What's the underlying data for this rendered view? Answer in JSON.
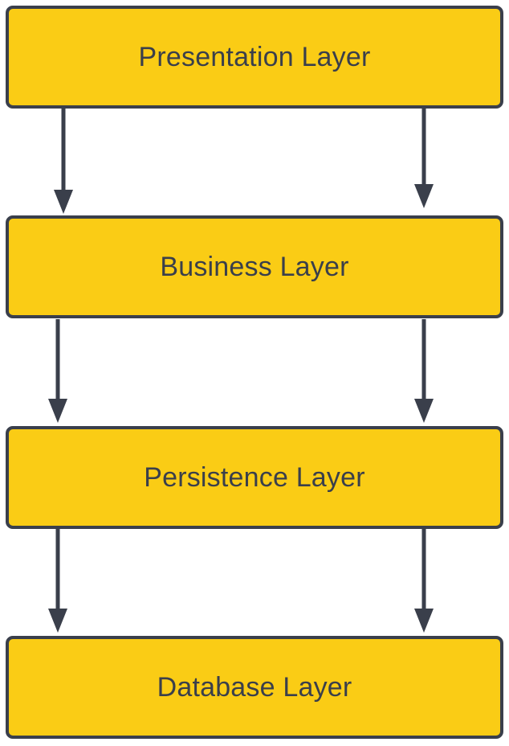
{
  "colors": {
    "box_fill": "#FACC15",
    "outline": "#3A3F4B"
  },
  "layers": [
    {
      "label": "Presentation Layer"
    },
    {
      "label": "Business Layer"
    },
    {
      "label": "Persistence Layer"
    },
    {
      "label": "Database Layer"
    }
  ],
  "arrows": [
    {
      "from": "Presentation Layer",
      "to": "Business Layer",
      "count": 2
    },
    {
      "from": "Business Layer",
      "to": "Persistence Layer",
      "count": 2
    },
    {
      "from": "Persistence Layer",
      "to": "Database Layer",
      "count": 2
    }
  ]
}
